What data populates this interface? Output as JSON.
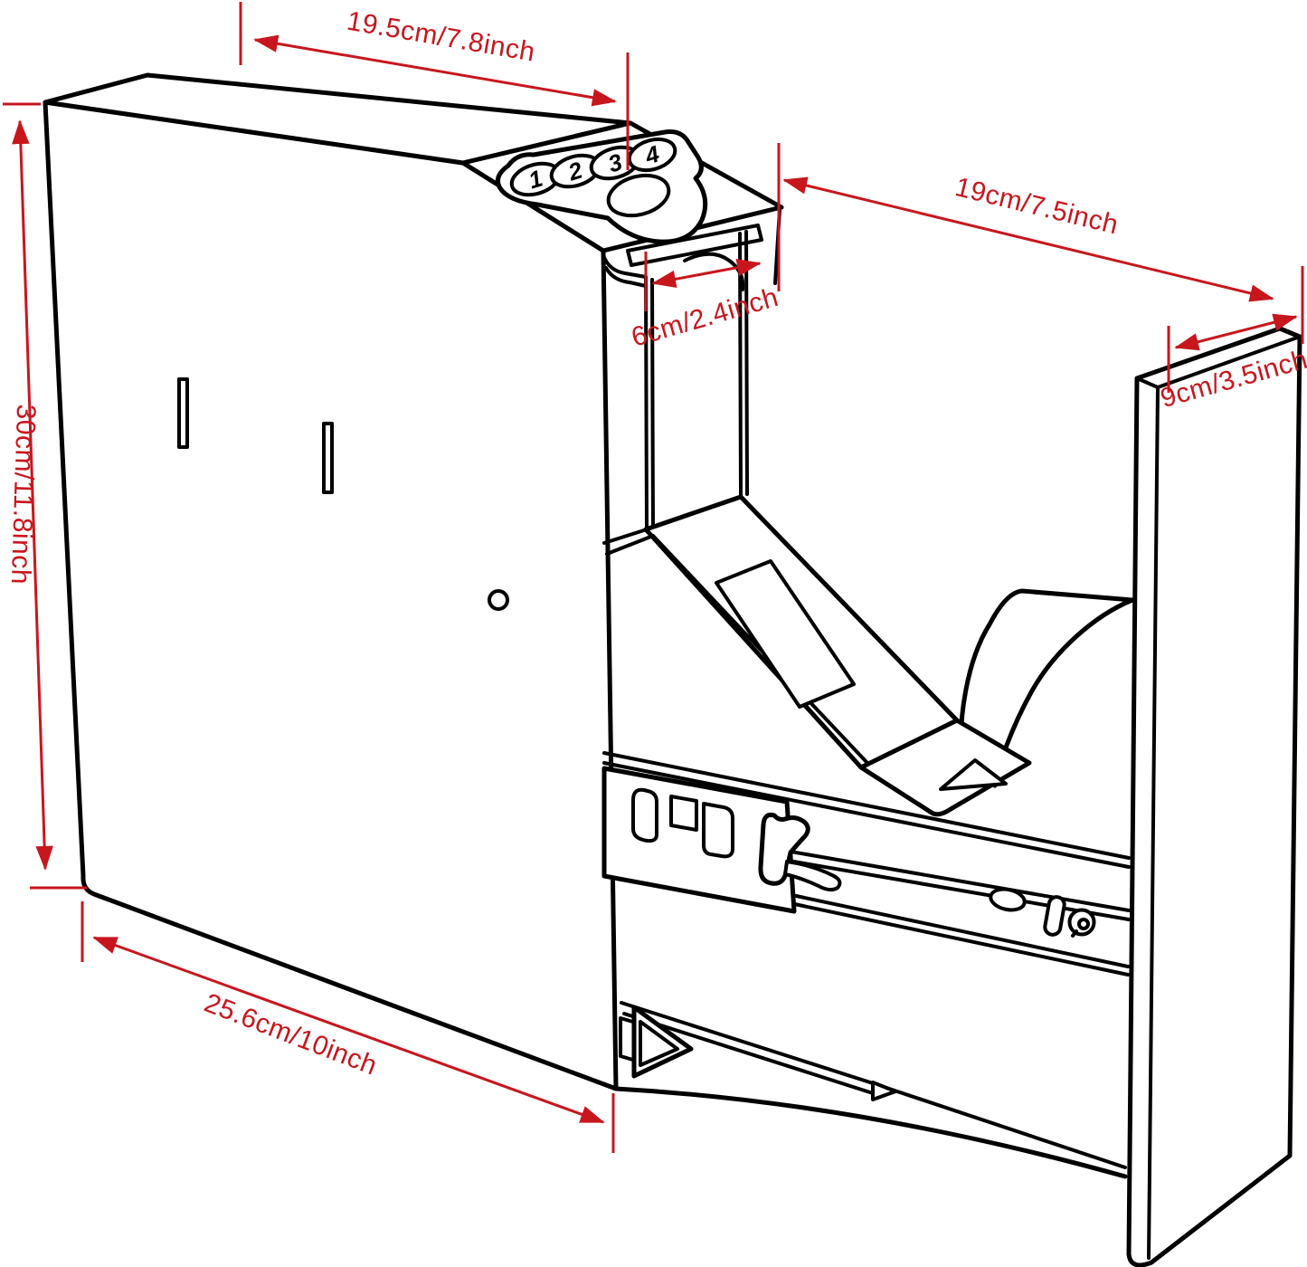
{
  "colors": {
    "dimension_red": "#c8161d",
    "line_black": "#000000",
    "background": "#ffffff"
  },
  "keypad": {
    "buttons": [
      "1",
      "2",
      "3",
      "4"
    ]
  },
  "dimensions": {
    "top_width": "19.5cm/7.8inch",
    "depth": "19cm/7.5inch",
    "slot_width": "6cm/2.4inch",
    "panel_depth": "9cm/3.5inch",
    "height": "30cm/11.8inch",
    "bottom_width": "25.6cm/10inch"
  }
}
